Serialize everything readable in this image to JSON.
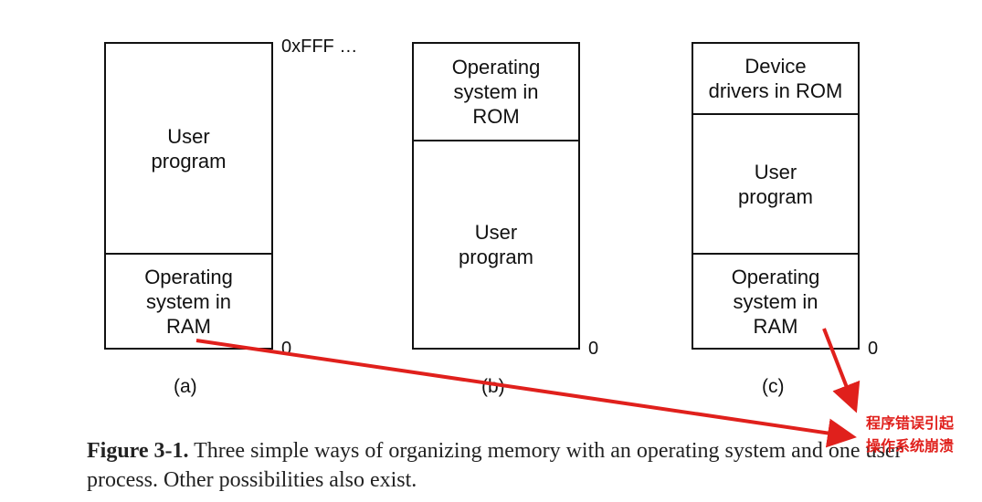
{
  "diagrams": [
    {
      "id": "a",
      "segments": [
        {
          "label": "User\nprogram"
        },
        {
          "label": "Operating\nsystem in\nRAM"
        }
      ],
      "top_address": "0xFFF …",
      "bottom_address": "0",
      "sublabel": "(a)"
    },
    {
      "id": "b",
      "segments": [
        {
          "label": "Operating\nsystem in\nROM"
        },
        {
          "label": "User\nprogram"
        }
      ],
      "bottom_address": "0",
      "sublabel": "(b)"
    },
    {
      "id": "c",
      "segments": [
        {
          "label": "Device\ndrivers in ROM"
        },
        {
          "label": "User\nprogram"
        },
        {
          "label": "Operating\nsystem in\nRAM"
        }
      ],
      "bottom_address": "0",
      "sublabel": "(c)"
    }
  ],
  "caption": {
    "figure_label": "Figure 3-1.",
    "text": " Three simple ways of organizing memory with an operating system and one user process. Other possibilities also exist."
  },
  "annotation": {
    "text": "程序错误引起\n操作系统崩溃",
    "color": "#e0201c"
  }
}
